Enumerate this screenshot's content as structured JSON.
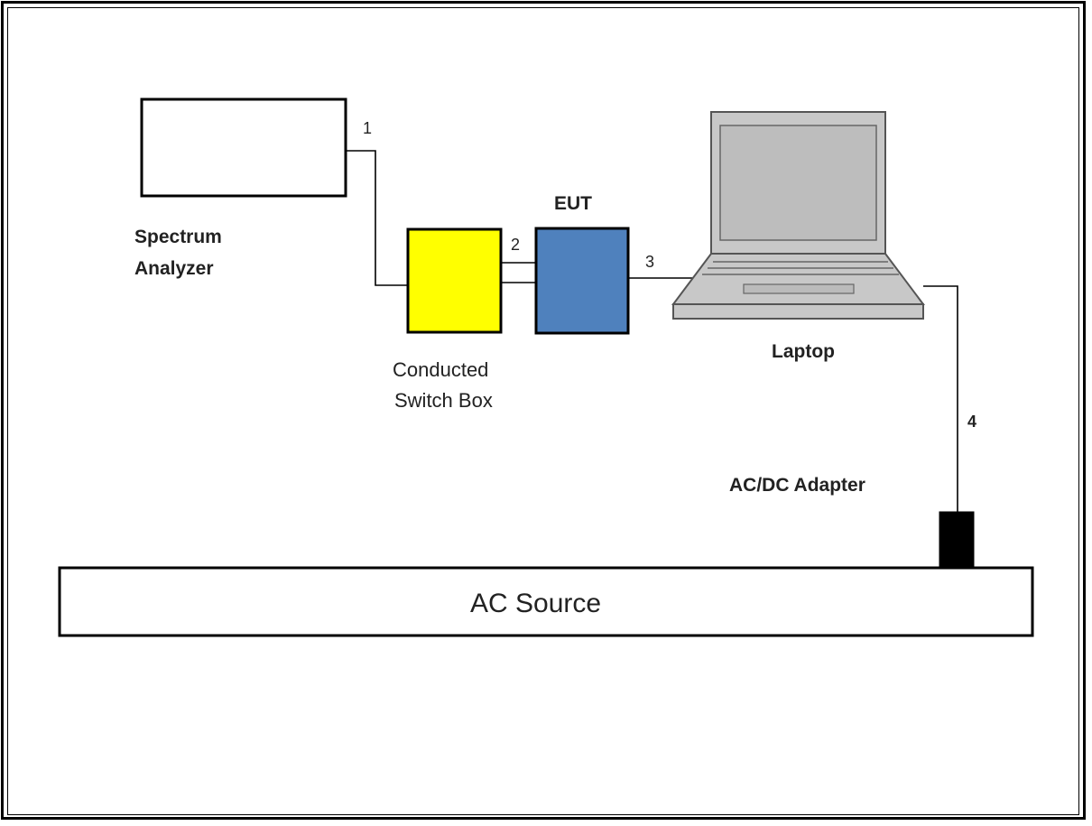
{
  "labels": {
    "spectrum_analyzer_line1": "Spectrum",
    "spectrum_analyzer_line2": "Analyzer",
    "eut": "EUT",
    "switch_box_line1": "Conducted",
    "switch_box_line2": "Switch Box",
    "laptop": "Laptop",
    "adapter": "AC/DC Adapter",
    "ac_source": "AC Source"
  },
  "cables": {
    "c1": "1",
    "c2": "2",
    "c3": "3",
    "c4": "4"
  },
  "colors": {
    "switch_box": "#ffff00",
    "eut": "#4f81bd",
    "laptop_body": "#c8c8c8",
    "laptop_screen": "#bdbdbd",
    "adapter": "#000000"
  }
}
